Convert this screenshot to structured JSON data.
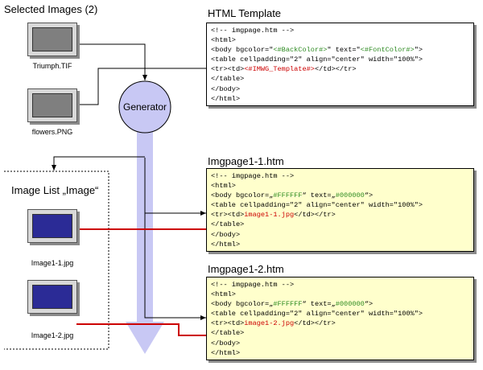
{
  "colors": {
    "flow_arrow": "#c8c8f4",
    "generator_fill": "#c8c8f4",
    "connector_red": "#cc0000",
    "template_bg": "#ffffff",
    "output_bg": "#ffffcc",
    "original_image": "#7f7f7f",
    "generated_image": "#2b2b96",
    "keyword_green": "#2e8b22",
    "keyword_red": "#cc0000"
  },
  "selected": {
    "title": "Selected Images (2)",
    "images": [
      {
        "caption": "Triumph.TIF",
        "icon": "grey-image-thumbnail"
      },
      {
        "caption": "flowers.PNG",
        "icon": "grey-image-thumbnail"
      }
    ]
  },
  "generator": {
    "label": "Generator"
  },
  "image_list": {
    "title": "Image List „Image“",
    "images": [
      {
        "caption": "Image1-1.jpg",
        "icon": "blue-image-thumbnail"
      },
      {
        "caption": "Image1-2.jpg",
        "icon": "blue-image-thumbnail"
      }
    ]
  },
  "template": {
    "title": "HTML Template",
    "lines": [
      [
        {
          "t": "<!-- imgpage.htm -->"
        }
      ],
      [
        {
          "t": "<html>"
        }
      ],
      [
        {
          "t": "<body bgcolor=\""
        },
        {
          "t": "<#BackColor#>",
          "c": "green"
        },
        {
          "t": "\" text=\""
        },
        {
          "t": "<#FontColor#>",
          "c": "green"
        },
        {
          "t": "\">"
        }
      ],
      [
        {
          "t": "<table cellpadding=\"2\" align=\"center\" width=\"100%\">"
        }
      ],
      [
        {
          "t": "<tr><td>"
        },
        {
          "t": "<#IMWG_Template#>",
          "c": "red"
        },
        {
          "t": "</td></tr>"
        }
      ],
      [
        {
          "t": "</table>"
        }
      ],
      [
        {
          "t": "</body>"
        }
      ],
      [
        {
          "t": "</html>"
        }
      ]
    ]
  },
  "outputs": [
    {
      "title": "Imgpage1-1.htm",
      "lines": [
        [
          {
            "t": "<!-- imgpage.htm -->"
          }
        ],
        [
          {
            "t": "<html>"
          }
        ],
        [
          {
            "t": "<body bgcolor=„"
          },
          {
            "t": "#FFFFFF",
            "c": "green"
          },
          {
            "t": "“ text=„"
          },
          {
            "t": "#000000",
            "c": "green"
          },
          {
            "t": "“>"
          }
        ],
        [
          {
            "t": "<table cellpadding=\"2\" align=\"center\" width=\"100%\">"
          }
        ],
        [
          {
            "t": "<tr><td>"
          },
          {
            "t": "image1-1.jpg",
            "c": "red"
          },
          {
            "t": "</td></tr>"
          }
        ],
        [
          {
            "t": "</table>"
          }
        ],
        [
          {
            "t": "</body>"
          }
        ],
        [
          {
            "t": "</html>"
          }
        ]
      ]
    },
    {
      "title": "Imgpage1-2.htm",
      "lines": [
        [
          {
            "t": "<!-- imgpage.htm -->"
          }
        ],
        [
          {
            "t": "<html>"
          }
        ],
        [
          {
            "t": "<body bgcolor=„"
          },
          {
            "t": "#FFFFFF",
            "c": "green"
          },
          {
            "t": "“ text=„"
          },
          {
            "t": "#000000",
            "c": "green"
          },
          {
            "t": "“>"
          }
        ],
        [
          {
            "t": "<table cellpadding=\"2\" align=\"center\" width=\"100%\">"
          }
        ],
        [
          {
            "t": "<tr><td>"
          },
          {
            "t": "image1-2.jpg",
            "c": "red"
          },
          {
            "t": "</td></tr>"
          }
        ],
        [
          {
            "t": "</table>"
          }
        ],
        [
          {
            "t": "</body>"
          }
        ],
        [
          {
            "t": "</html>"
          }
        ]
      ]
    }
  ]
}
